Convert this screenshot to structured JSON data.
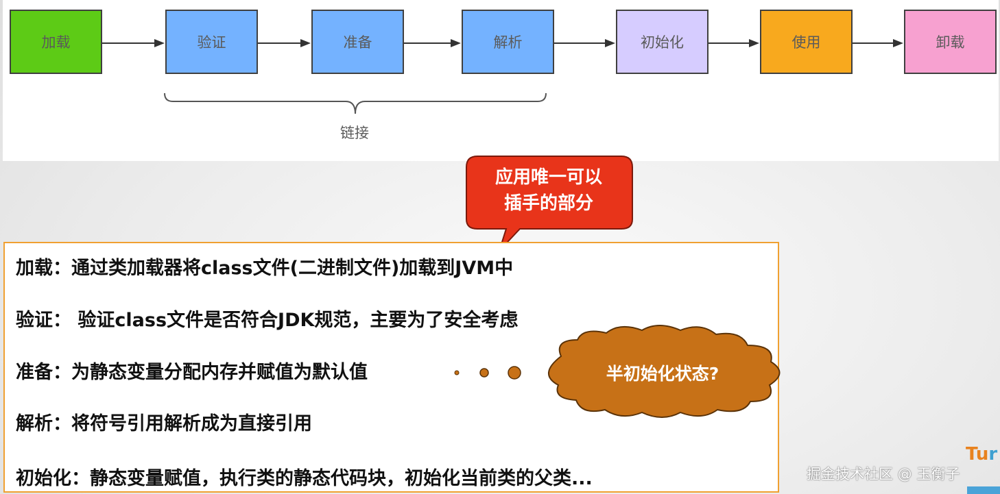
{
  "stages": [
    {
      "label": "加载",
      "color": "#5dcb16"
    },
    {
      "label": "验证",
      "color": "#74b2ff"
    },
    {
      "label": "准备",
      "color": "#74b2ff"
    },
    {
      "label": "解析",
      "color": "#74b2ff"
    },
    {
      "label": "初始化",
      "color": "#d6ccff"
    },
    {
      "label": "使用",
      "color": "#f8a91e"
    },
    {
      "label": "卸载",
      "color": "#f7a1d0"
    }
  ],
  "bracket_label": "链接",
  "callout": {
    "line1": "应用唯一可以",
    "line2": "插手的部分",
    "color": "#e8341a"
  },
  "descriptions": [
    "加载：通过类加载器将class文件(二进制文件)加载到JVM中",
    "验证： 验证class文件是否符合JDK规范，主要为了安全考虑",
    "准备：为静态变量分配内存并赋值为默认值",
    "解析：将符号引用解析成为直接引用",
    "初始化：静态变量赋值，执行类的静态代码块，初始化当前类的父类..."
  ],
  "cloud": {
    "label": "半初始化状态?",
    "color": "#c77117"
  },
  "watermark": "掘金技术社区 @ 玉衡子",
  "corner_logo": {
    "main": "Tu",
    "tail": "r"
  }
}
